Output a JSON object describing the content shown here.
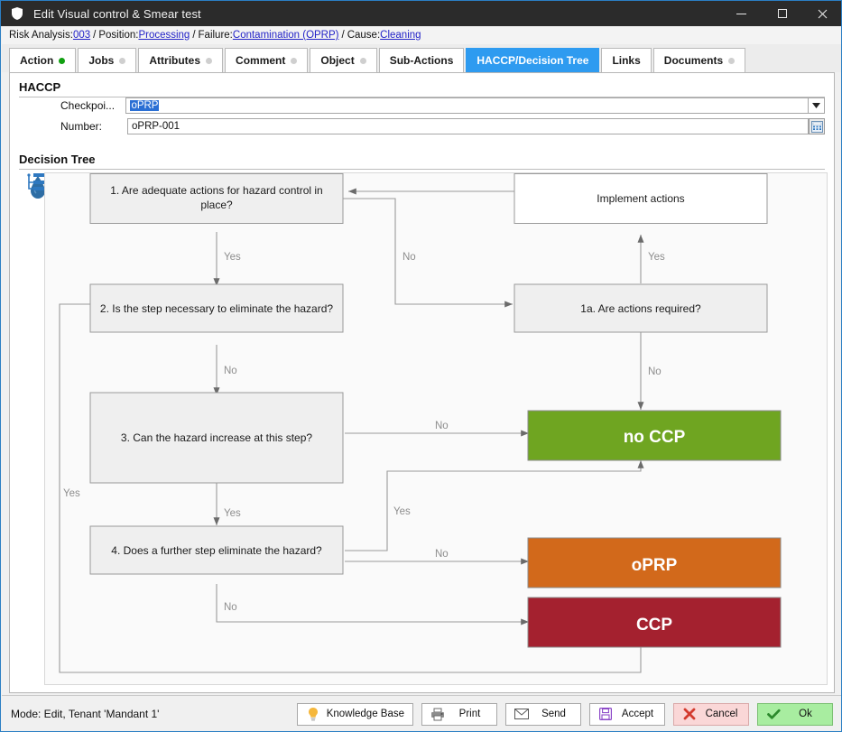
{
  "window": {
    "title": "Edit Visual control & Smear test",
    "icon": "shield-icon",
    "minimize_label": "Minimize",
    "maximize_label": "Maximize",
    "close_label": "Close"
  },
  "breadcrumb": {
    "items": [
      {
        "label": "Risk Analysis:",
        "link": "003"
      },
      {
        "label": "Position:",
        "link": "Processing"
      },
      {
        "label": "Failure:",
        "link": "Contamination (OPRP)"
      },
      {
        "label": "Cause:",
        "link": "Cleaning"
      }
    ],
    "separator": "/"
  },
  "tabs": [
    {
      "label": "Action",
      "dot": "green",
      "active": false
    },
    {
      "label": "Jobs",
      "dot": "grey",
      "active": false
    },
    {
      "label": "Attributes",
      "dot": "grey",
      "active": false
    },
    {
      "label": "Comment",
      "dot": "grey",
      "active": false
    },
    {
      "label": "Object",
      "dot": "grey",
      "active": false
    },
    {
      "label": "Sub-Actions",
      "dot": "none",
      "active": false
    },
    {
      "label": "HACCP/Decision Tree",
      "dot": "none",
      "active": true
    },
    {
      "label": "Links",
      "dot": "none",
      "active": false
    },
    {
      "label": "Documents",
      "dot": "grey",
      "active": false
    }
  ],
  "haccp": {
    "heading": "HACCP",
    "checkpoint": {
      "label": "Checkpoi...",
      "value": "oPRP",
      "selected": true,
      "dropdown_icon": "chevron-down-icon"
    },
    "number": {
      "label": "Number:",
      "value": "oPRP-001",
      "button_icon": "calculator-icon"
    }
  },
  "decision_tree": {
    "heading": "Decision Tree",
    "nodes": [
      {
        "id": "q1",
        "text": "1. Are adequate actions for hazard control in place?",
        "kind": "question"
      },
      {
        "id": "q2",
        "text": "2. Is the step necessary to eliminate the hazard?",
        "kind": "question"
      },
      {
        "id": "q3",
        "text": "3. Can the hazard increase at this step?",
        "kind": "question"
      },
      {
        "id": "q4",
        "text": "4. Does a further step eliminate the hazard?",
        "kind": "question"
      },
      {
        "id": "q1a",
        "text": "1a. Are actions required?",
        "kind": "question"
      },
      {
        "id": "impl",
        "text": "Implement actions",
        "kind": "action"
      },
      {
        "id": "noccp",
        "text": "no CCP",
        "kind": "result",
        "color": "#6fa521"
      },
      {
        "id": "oprp",
        "text": "oPRP",
        "kind": "result",
        "color": "#d2691b"
      },
      {
        "id": "ccp",
        "text": "CCP",
        "kind": "result",
        "color": "#a4212f"
      }
    ],
    "edge_labels": {
      "q1_yes": "Yes",
      "q1_no": "No",
      "q1a_yes": "Yes",
      "q1a_no": "No",
      "q2_no": "No",
      "q2_yes": "Yes",
      "q3_no": "No",
      "q3_yes": "Yes",
      "q4_yes": "Yes",
      "q4_no": "No"
    }
  },
  "statusbar": {
    "text": "Mode: Edit, Tenant 'Mandant 1'"
  },
  "buttons": [
    {
      "name": "knowledge-base",
      "label": "Knowledge Base",
      "icon": "lightbulb-icon",
      "style": "plain"
    },
    {
      "name": "print",
      "label": "Print",
      "icon": "printer-icon",
      "style": "plain"
    },
    {
      "name": "send",
      "label": "Send",
      "icon": "envelope-icon",
      "style": "plain"
    },
    {
      "name": "accept",
      "label": "Accept",
      "icon": "floppy-icon",
      "style": "plain"
    },
    {
      "name": "cancel",
      "label": "Cancel",
      "icon": "x-icon",
      "style": "cancel"
    },
    {
      "name": "ok",
      "label": "Ok",
      "icon": "check-icon",
      "style": "ok"
    }
  ],
  "colors": {
    "accent": "#2e9bf0",
    "link": "#2323c8",
    "no_ccp": "#6fa521",
    "oprp": "#d2691b",
    "ccp": "#a4212f",
    "titlebar": "#2b2b2b"
  }
}
